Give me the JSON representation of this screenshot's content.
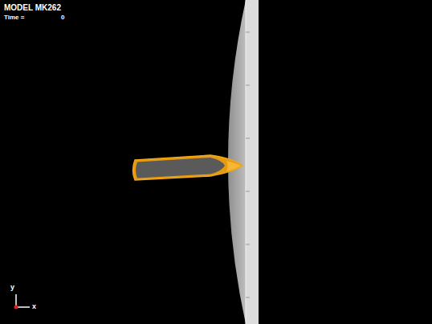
{
  "diagram": {
    "title": "MODEL MK262",
    "labels": [
      "Time =",
      "0",
      "y",
      "x"
    ]
  }
}
